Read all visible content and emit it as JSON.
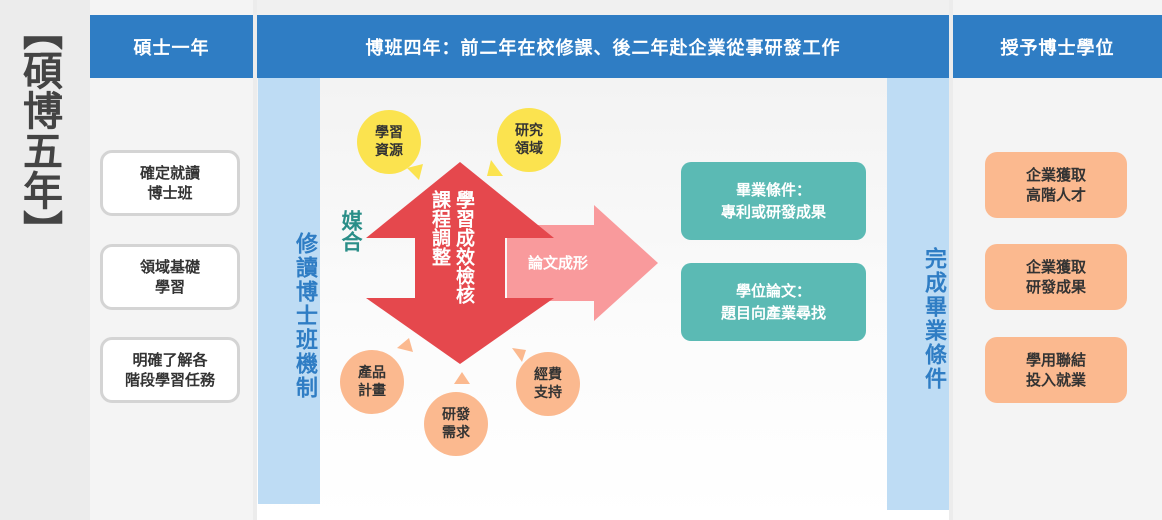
{
  "side_title": "【碩博五年】",
  "headers": {
    "col1": "碩士一年",
    "col2": "博班四年：前二年在校修課、後二年赴企業從事研發工作",
    "col3": "授予博士學位"
  },
  "bands": {
    "left": "修讀博士班機制",
    "right": "完成畢業條件"
  },
  "stage1_items": [
    "確定就讀\n博士班",
    "領域基礎\n學習",
    "明確了解各\n階段學習任務"
  ],
  "center": {
    "match_label": "媒合",
    "diamond_text": "學習成效檢核\n課程調整",
    "arrow_text": "論文成形",
    "circles_top": [
      "學習\n資源",
      "研究\n領域"
    ],
    "circles_bottom": [
      "產品\n計畫",
      "研發\n需求",
      "經費\n支持"
    ]
  },
  "conditions": [
    "畢業條件：\n專利或研發成果",
    "學位論文：\n題目向產業尋找"
  ],
  "outcomes": [
    "企業獲取\n高階人才",
    "企業獲取\n研發成果",
    "學用聯結\n投入就業"
  ],
  "colors": {
    "header_blue": "#2f7dc4",
    "band_blue": "#bedcf4",
    "diamond_red": "#e5484d",
    "arrow_pink": "#f99a9c",
    "teal": "#5bbab4",
    "yellow": "#fbe34f",
    "peach": "#fbb98f"
  }
}
